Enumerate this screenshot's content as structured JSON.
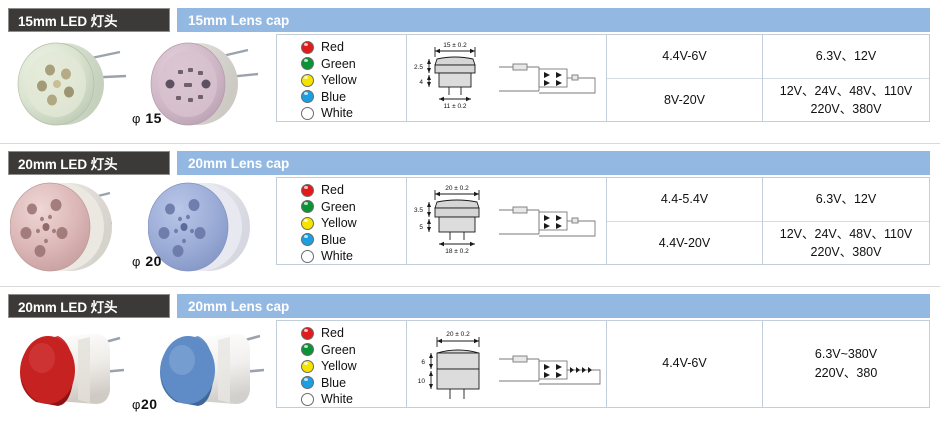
{
  "page": {
    "accent_blue": "#93b8e2",
    "header_dark": "#3c3a38",
    "border_color": "#c3cedb"
  },
  "color_legend": [
    {
      "name": "Red",
      "label": "Red",
      "hex": "#e11b1b"
    },
    {
      "name": "Green",
      "label": "Green",
      "hex": "#0a9436"
    },
    {
      "name": "Yellow",
      "label": "Yellow",
      "hex": "#f5e400"
    },
    {
      "name": "Blue",
      "label": "Blue",
      "hex": "#1b9fe0"
    },
    {
      "name": "White",
      "label": "White",
      "hex": "#ffffff"
    }
  ],
  "rows": [
    {
      "left_header": "15mm LED 灯头",
      "right_header": "15mm Lens cap",
      "diameter": "φ 15",
      "drawing": {
        "width_dim": "15 ± 0.2",
        "base_dim": "11 ± 0.2",
        "height_top": "2.5",
        "height_bottom": "4"
      },
      "voltage_dc": "4.4V-6V",
      "voltage_dc2": "8V-20V",
      "voltage_ac": "6.3V、12V",
      "voltage_ac2_line1": "12V、24V、48V、110V",
      "voltage_ac2_line2": "220V、380V",
      "split": true
    },
    {
      "left_header": "20mm LED 灯头",
      "right_header": "20mm Lens cap",
      "diameter": "φ 20",
      "drawing": {
        "width_dim": "20 ± 0.2",
        "base_dim": "18 ± 0.2",
        "height_top": "3.5",
        "height_bottom": "5"
      },
      "voltage_dc": "4.4-5.4V",
      "voltage_dc2": "4.4V-20V",
      "voltage_ac": "6.3V、12V",
      "voltage_ac2_line1": "12V、24V、48V、110V",
      "voltage_ac2_line2": "220V、380V",
      "split": true
    },
    {
      "left_header": "20mm LED 灯头",
      "right_header": "20mm Lens cap",
      "diameter": "φ 20",
      "drawing": {
        "width_dim": "20 ± 0.2",
        "base_dim": "",
        "height_top": "6",
        "height_bottom": "10"
      },
      "voltage_dc": "4.4V-6V",
      "voltage_ac_line1": "6.3V~380V",
      "voltage_ac_line2": "220V、380",
      "split": false
    }
  ]
}
